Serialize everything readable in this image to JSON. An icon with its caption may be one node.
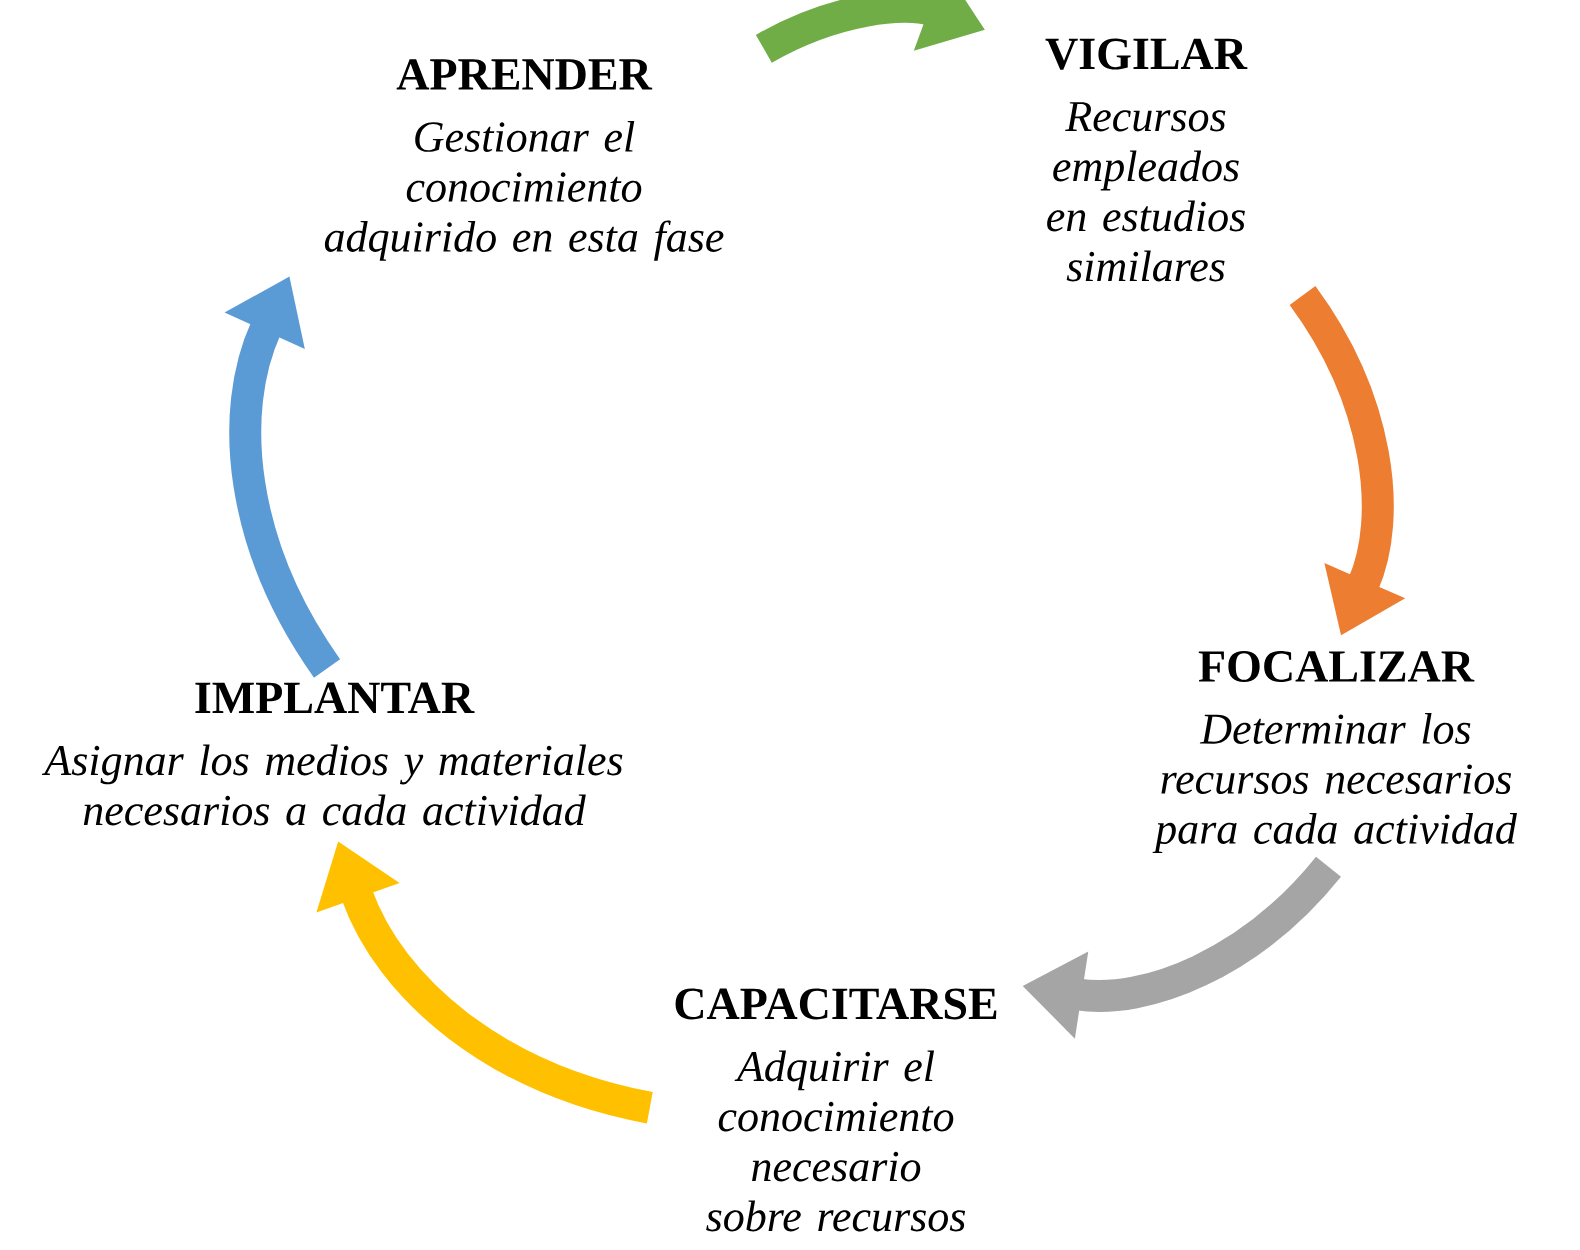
{
  "diagram": {
    "nodes": [
      {
        "text": [
          "APRENDER",
          "Gestionar el conocimiento adquirido en esta fase"
        ]
      },
      {
        "text": [
          "VIGILAR",
          "Recursos empleados en estudios similares"
        ]
      },
      {
        "text": [
          "IMPLANTAR",
          "Asignar los medios y materiales necesarios a cada actividad"
        ]
      },
      {
        "text": [
          "FOCALIZAR",
          "Determinar los recursos necesarios para cada actividad"
        ]
      },
      {
        "text": [
          "CAPACITARSE",
          "Adquirir el conocimiento necesario sobre recursos"
        ]
      }
    ],
    "edges": [
      {
        "from": 0,
        "to": 1,
        "arrow": "to",
        "color": "#70ad47"
      },
      {
        "from": 1,
        "to": 3,
        "arrow": "to",
        "color": "#ed7d31"
      },
      {
        "from": 3,
        "to": 4,
        "arrow": "to",
        "color": "#a5a5a5"
      },
      {
        "from": 4,
        "to": 2,
        "arrow": "to",
        "color": "#ffc000"
      },
      {
        "from": 2,
        "to": 0,
        "arrow": "to",
        "color": "#5b9bd5"
      }
    ]
  }
}
